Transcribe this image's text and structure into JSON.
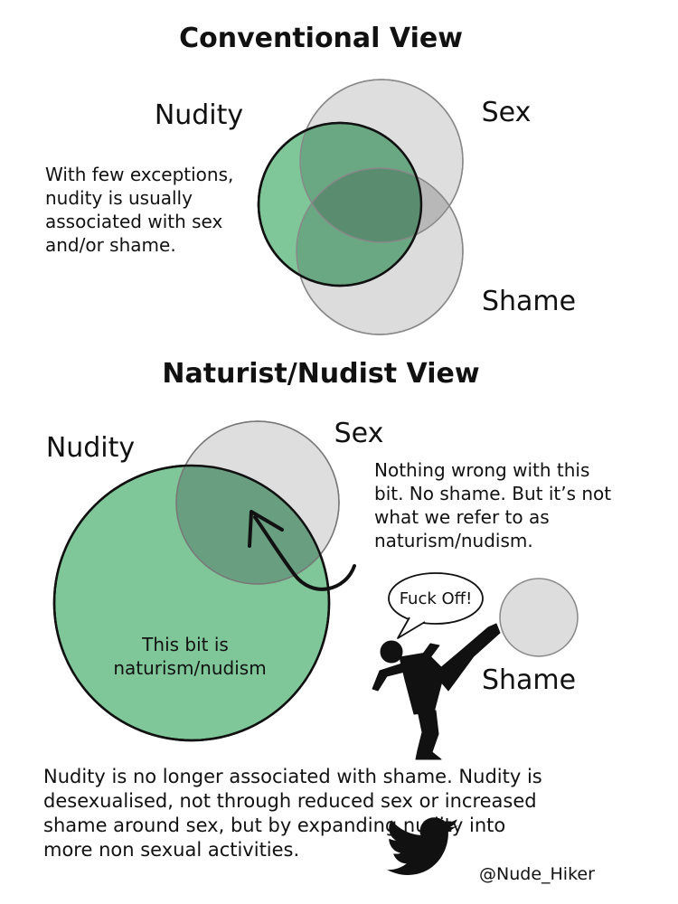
{
  "conventional": {
    "title": "Conventional View",
    "labels": {
      "nudity": "Nudity",
      "sex": "Sex",
      "shame": "Shame"
    },
    "note_lines": [
      "With few exceptions,",
      "nudity is usually",
      "associated with sex",
      "and/or shame."
    ]
  },
  "naturist": {
    "title": "Naturist/Nudist View",
    "labels": {
      "nudity": "Nudity",
      "sex": "Sex",
      "shame": "Shame"
    },
    "callout_lines": [
      "Nothing wrong with this",
      "bit. No shame. But it’s not",
      "what we refer to as",
      "naturism/nudism."
    ],
    "center_lines": [
      "This bit is",
      "naturism/nudism"
    ],
    "speech_bubble": "Fuck Off!"
  },
  "footer": {
    "lines": [
      "Nudity is no longer associated with shame. Nudity is",
      "desexualised, not through reduced sex or increased",
      "shame around sex, but by expanding nudity into",
      "more non sexual activities."
    ],
    "handle": "@Nude_Hiker"
  },
  "colors": {
    "nudity_green": "#7fc798",
    "overlap_green": "#6aa883",
    "deep_overlap_green": "#5a8c70",
    "gray_circle": "#dddddd",
    "gray_overlap": "#bdbdbd",
    "stroke": "#111111",
    "twitter_bird": "#111111"
  },
  "icons": {
    "twitter": "twitter-bird-icon",
    "kicker": "kicking-person-icon",
    "arrow": "curved-arrow-icon"
  }
}
